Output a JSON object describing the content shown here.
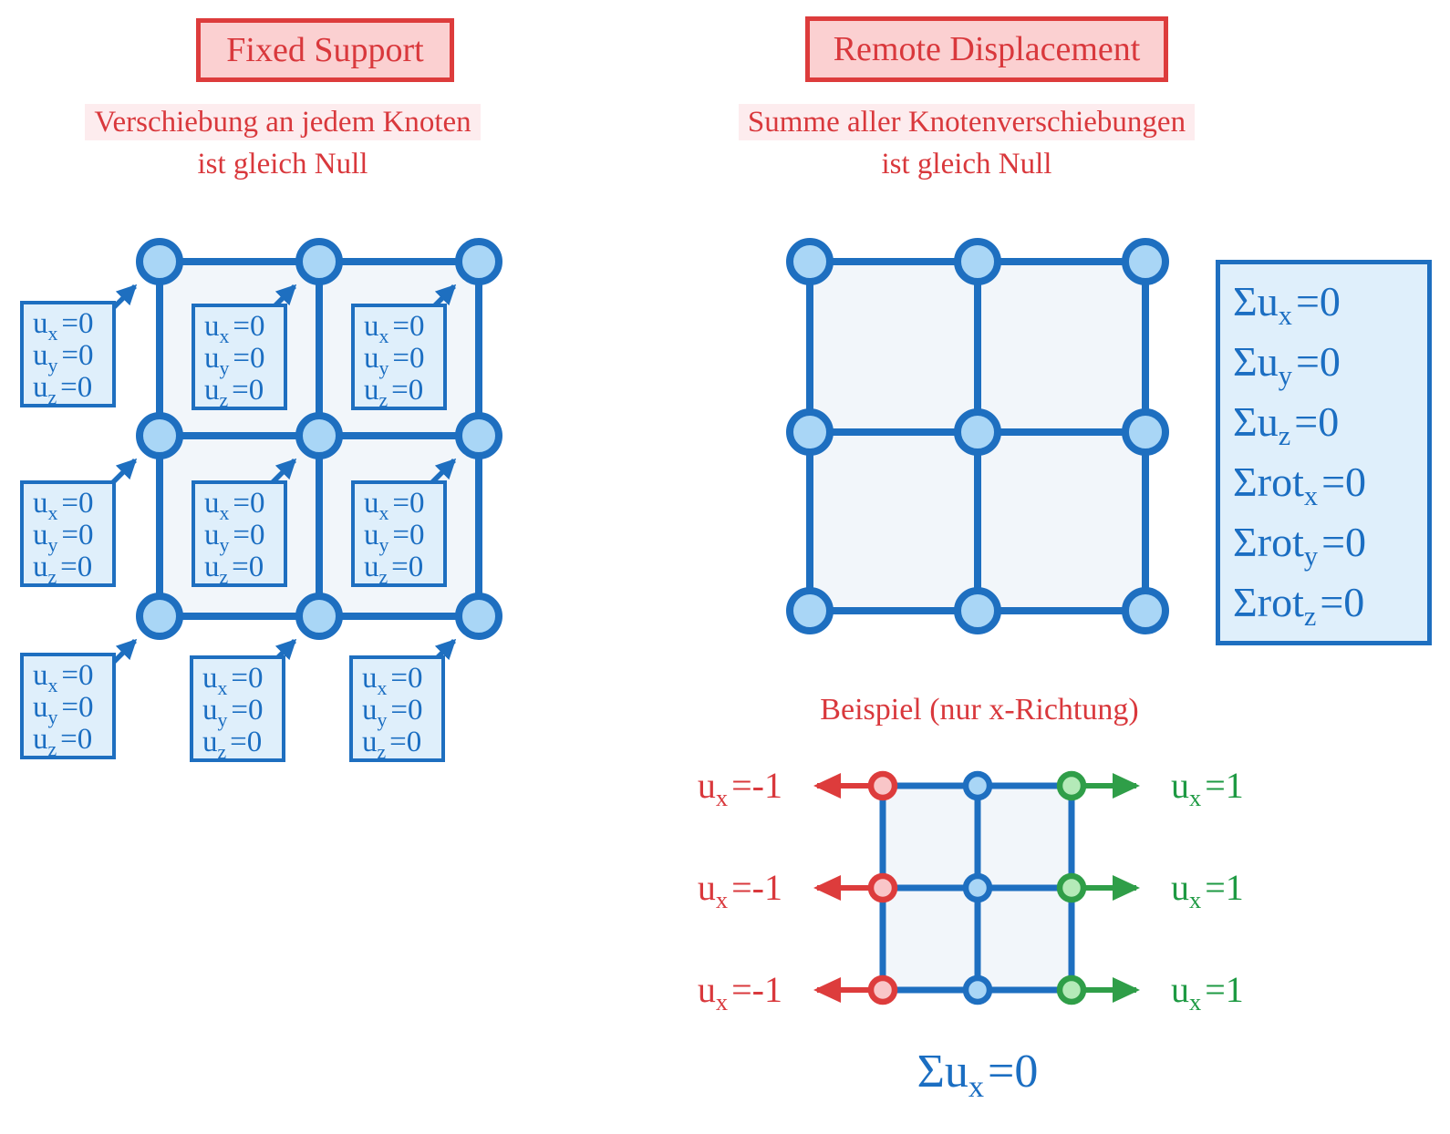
{
  "panels": {
    "fixed_support": {
      "title": "Fixed Support",
      "subtitle_lines": [
        "Verschiebung an jedem Knoten",
        "ist gleich Null"
      ],
      "node_constraints": [
        {
          "base": "u",
          "sub": "x",
          "rhs": "=0"
        },
        {
          "base": "u",
          "sub": "y",
          "rhs": "=0"
        },
        {
          "base": "u",
          "sub": "z",
          "rhs": "=0"
        }
      ]
    },
    "remote_displacement": {
      "title": "Remote Displacement",
      "subtitle_lines": [
        "Summe aller Knotenverschiebungen",
        "ist gleich Null"
      ],
      "sum_equations": [
        {
          "base": "Σu",
          "sub": "x",
          "rhs": "=0"
        },
        {
          "base": "Σu",
          "sub": "y",
          "rhs": "=0"
        },
        {
          "base": "Σu",
          "sub": "z",
          "rhs": "=0"
        },
        {
          "base": "Σrot",
          "sub": "x",
          "rhs": "=0"
        },
        {
          "base": "Σrot",
          "sub": "y",
          "rhs": "=0"
        },
        {
          "base": "Σrot",
          "sub": "z",
          "rhs": "=0"
        }
      ],
      "example": {
        "heading": "Beispiel (nur x-Richtung)",
        "left_node_label": {
          "base": "u",
          "sub": "x",
          "rhs": "=-1"
        },
        "right_node_label": {
          "base": "u",
          "sub": "x",
          "rhs": "=1"
        },
        "sum_label": {
          "base": "Σu",
          "sub": "x",
          "rhs": "=0"
        }
      }
    }
  },
  "colors": {
    "red_text": "#d9383c",
    "red_border": "#dd3c3c",
    "red_fill": "#fbd0d1",
    "red_highlight": "#fdecee",
    "blue_stroke": "#1e6fc0",
    "blue_text": "#1b6ec2",
    "blue_node_fill": "#a9d6f6",
    "blue_box_fill": "#dfeffb",
    "cell_fill": "#f2f6fa",
    "green_stroke": "#2f9e48",
    "green_node_fill": "#b4eab8",
    "green_text": "#1e9a43",
    "red_node_fill": "#f9c6c8"
  }
}
